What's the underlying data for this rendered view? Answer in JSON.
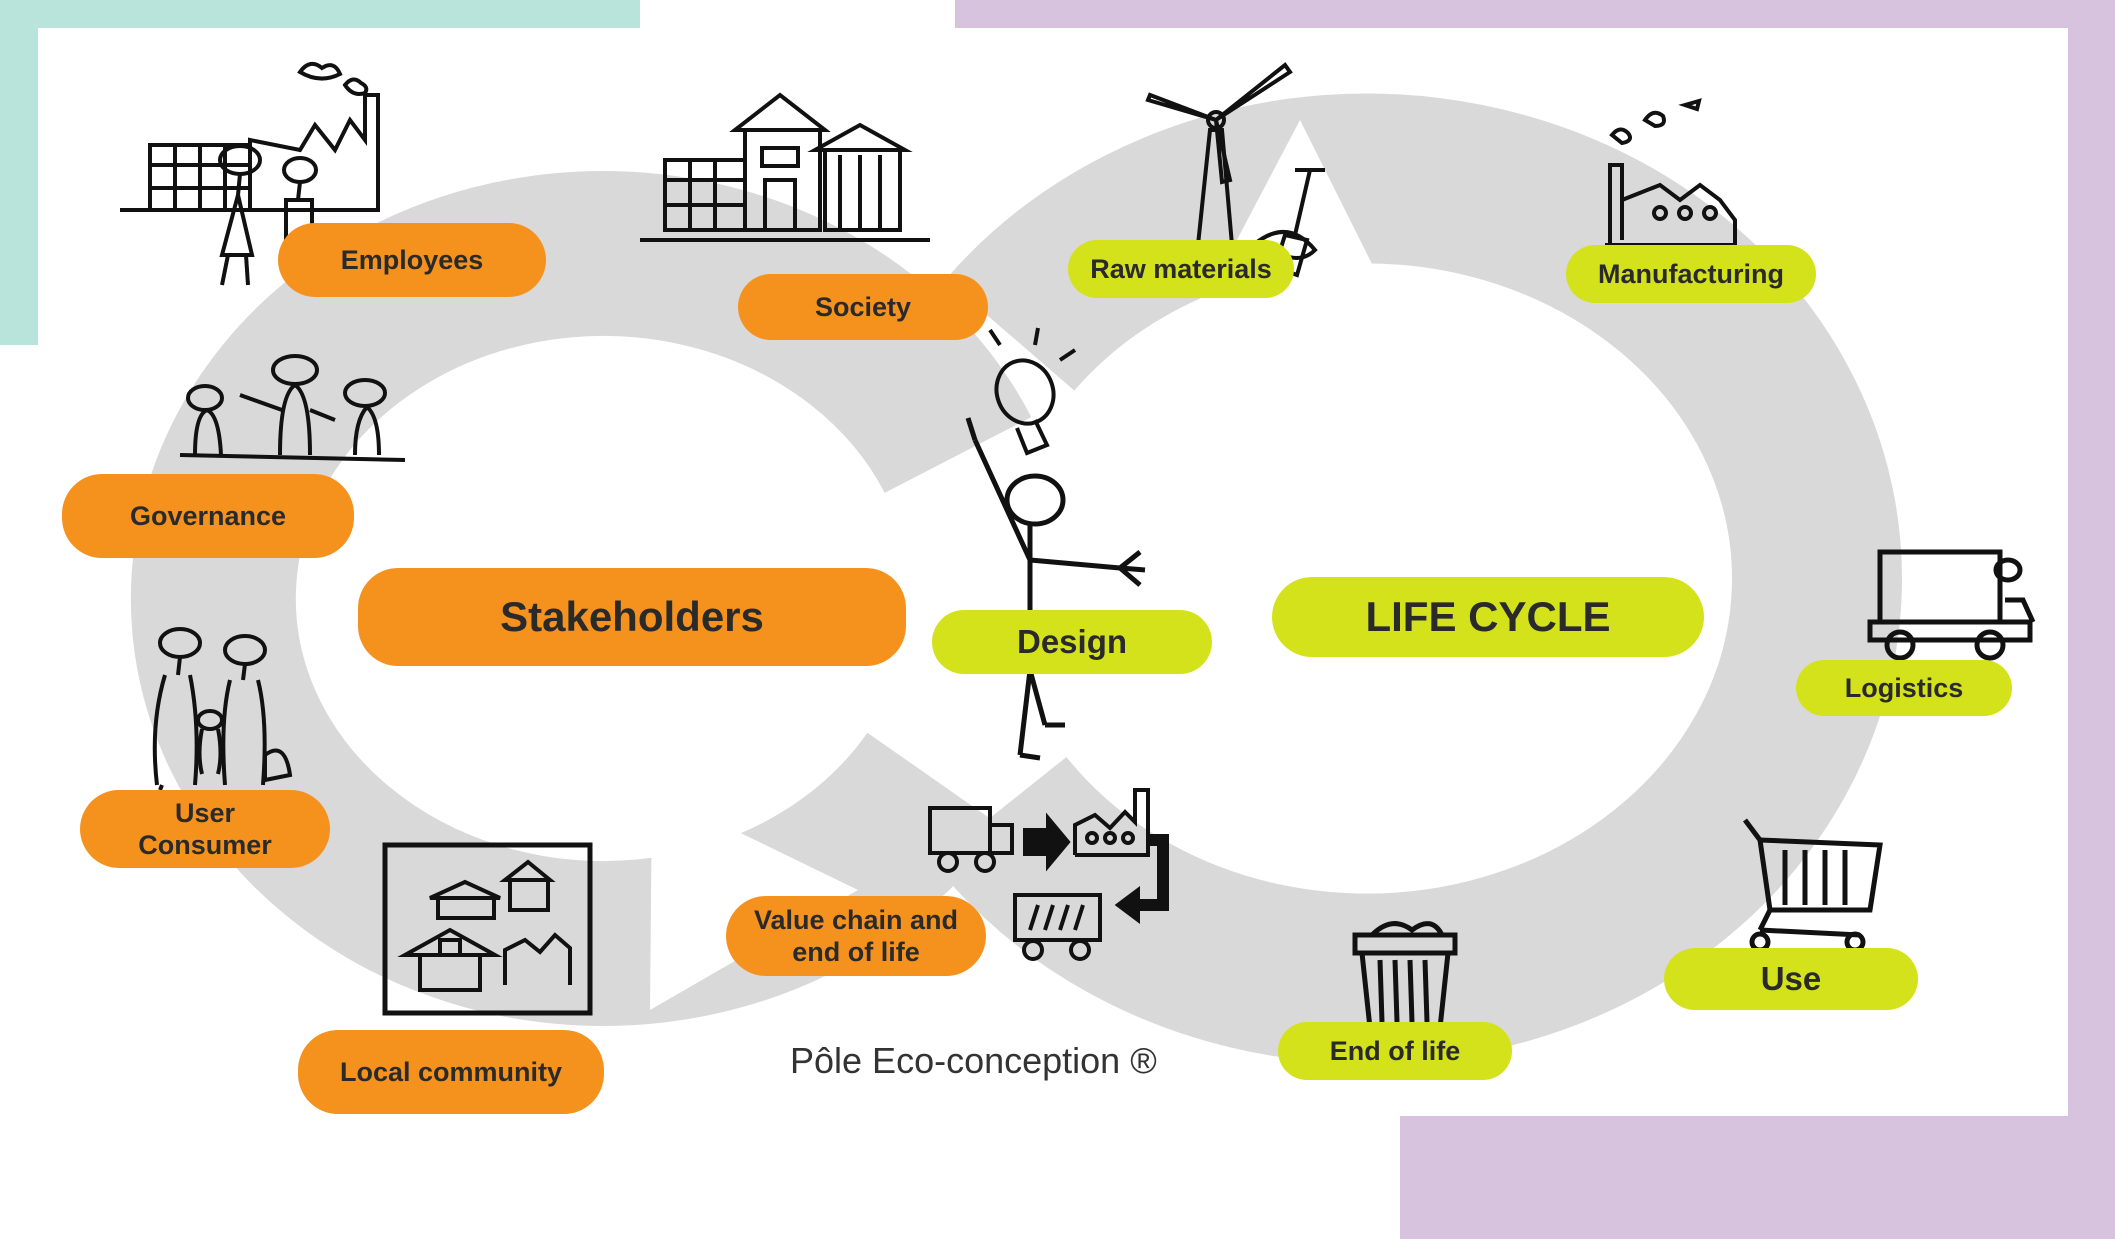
{
  "diagram": {
    "left_hub": "Stakeholders",
    "right_hub": "LIFE CYCLE",
    "center": "Design",
    "stakeholders": {
      "employees": "Employees",
      "society": "Society",
      "governance": "Governance",
      "user_consumer_line1": "User",
      "user_consumer_line2": "Consumer",
      "local_community": "Local community",
      "value_chain_line1": "Value chain and",
      "value_chain_line2": "end of life"
    },
    "life_cycle": {
      "raw_materials": "Raw materials",
      "manufacturing": "Manufacturing",
      "logistics": "Logistics",
      "use": "Use",
      "end_of_life": "End of life"
    },
    "credit": "Pôle Eco-conception ®"
  },
  "colors": {
    "orange": "#f5921e",
    "lime": "#d4e21c",
    "loop_gray": "#d9d9d9",
    "teal_bg": "#b9e4dc",
    "purple_bg": "#d7c3dd"
  },
  "icons": [
    "factory-icon",
    "building-icon",
    "people-icon",
    "family-icon",
    "houses-icon",
    "wind-turbine-icon",
    "shovel-icon",
    "lightbulb-icon",
    "stick-figure-icon",
    "truck-icon",
    "shopping-cart-icon",
    "trash-can-icon",
    "recycling-flow-icon"
  ]
}
